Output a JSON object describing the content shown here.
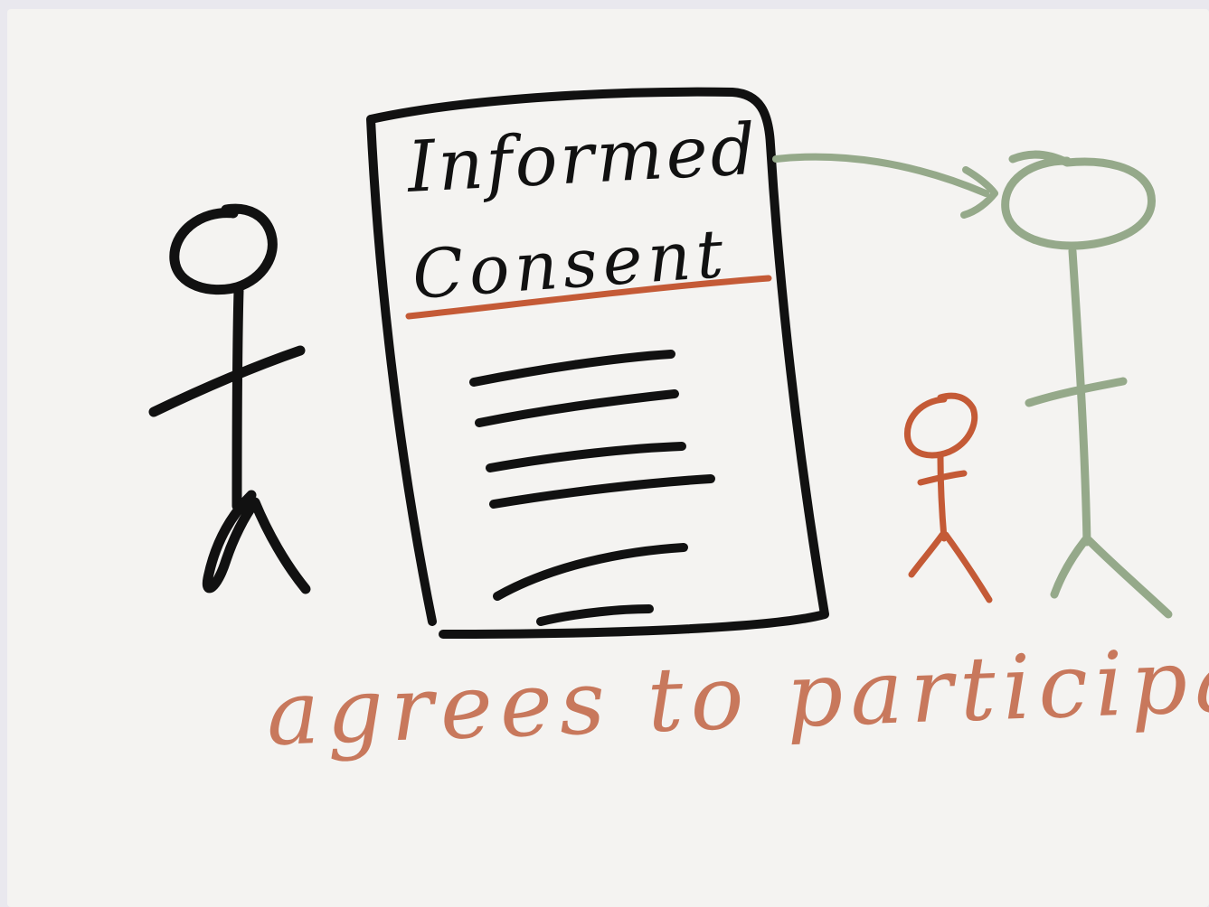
{
  "document": {
    "title_line1": "Informed",
    "title_line2": "Consent"
  },
  "caption": {
    "text": "agrees to participate"
  },
  "colors": {
    "background": "#f4f3f1",
    "black_ink": "#111111",
    "orange_ink": "#c45a36",
    "green_ink": "#95a98a",
    "caption_ink": "#c8785c"
  },
  "figures": [
    {
      "id": "researcher",
      "color": "black"
    },
    {
      "id": "child",
      "color": "orange"
    },
    {
      "id": "guardian",
      "color": "green"
    }
  ]
}
